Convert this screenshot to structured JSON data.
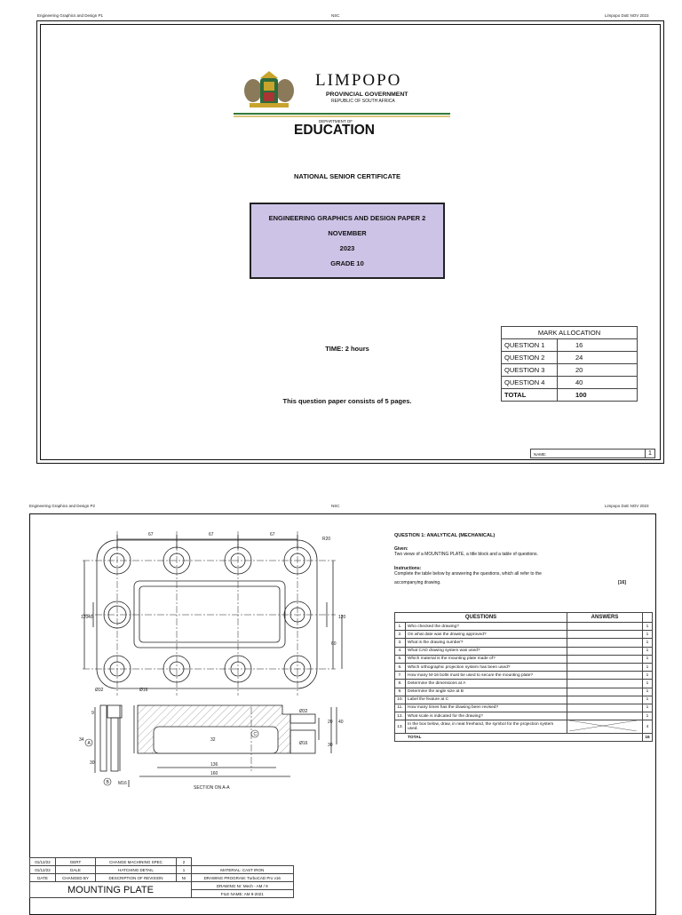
{
  "page1": {
    "header_left": "Engineering Graphics and Design P1",
    "header_center": "NSC",
    "header_right": "Limpopo DoE NOV 2023",
    "logo": {
      "province": "LIMPOPO",
      "gov": "PROVINCIAL GOVERNMENT",
      "republic": "REPUBLIC OF SOUTH AFRICA",
      "dept_of": "DEPARTMENT OF",
      "dept": "EDUCATION"
    },
    "nsc": "NATIONAL SENIOR CERTIFICATE",
    "title_box": {
      "line1": "ENGINEERING GRAPHICS AND DESIGN PAPER 2",
      "line2": "NOVEMBER",
      "line3": "2023",
      "line4": "GRADE 10"
    },
    "time": "TIME:  2 hours",
    "pages": "This question paper consists of 5 pages.",
    "mark_allocation": {
      "title": "MARK ALLOCATION",
      "rows": [
        {
          "q": "QUESTION 1",
          "m": "16"
        },
        {
          "q": "QUESTION 2",
          "m": "24"
        },
        {
          "q": "QUESTION 3",
          "m": "20"
        },
        {
          "q": "QUESTION 4",
          "m": "40"
        },
        {
          "q": "TOTAL",
          "m": "100"
        }
      ]
    },
    "name_label": "NAME:",
    "page_num": "1"
  },
  "page2": {
    "header_left": "Engineering Graphics and Design P2",
    "header_center": "NSC",
    "header_right": "Limpopo DoE NOV 2023",
    "drawing": {
      "dim67a": "67",
      "dim67b": "67",
      "dim67c": "67",
      "r20": "R20",
      "h120l": "120",
      "h120r": "120",
      "h60": "60",
      "h40": "40",
      "d32": "Ø32",
      "d16": "Ø16",
      "d32s": "Ø32",
      "d16s": "Ø16",
      "w136": "136",
      "w160": "160",
      "v9": "9",
      "v34": "34",
      "v30": "30",
      "v32": "32",
      "v20": "20",
      "v40": "40",
      "v30b": "30",
      "m16": "M16",
      "label_a": "A",
      "label_b": "B",
      "label_c": "C",
      "section": "SECTION ON A-A"
    },
    "q1": {
      "title": "QUESTION 1: ANALYTICAL (MECHANICAL)",
      "given_label": "Given:",
      "given": "Two views of a MOUNTING PLATE, a title block and a table of questions.",
      "instr_label": "Instructions:",
      "instr1": "Complete the table below by answering the questions, which all refer to the",
      "instr2": "accompanying drawing.",
      "marks": "[16]",
      "col_q": "QUESTIONS",
      "col_a": "ANSWERS",
      "rows": [
        {
          "n": "1.",
          "q": "Who checked the drawing?",
          "m": "1"
        },
        {
          "n": "2.",
          "q": "On what date was the drawing approved?",
          "m": "1"
        },
        {
          "n": "3.",
          "q": "What is the drawing number?",
          "m": "1"
        },
        {
          "n": "4.",
          "q": "What CAD drawing system was used?",
          "m": "1"
        },
        {
          "n": "5.",
          "q": "Which material is the mounting plate made of?",
          "m": "1"
        },
        {
          "n": "6.",
          "q": "Which orthographic projection system has been used?",
          "m": "1"
        },
        {
          "n": "7.",
          "q": "How many M-16 bolts must be used to secure the mounting plate?",
          "m": "1"
        },
        {
          "n": "8.",
          "q": "Determine the dimensions at A",
          "m": "1"
        },
        {
          "n": "9.",
          "q": "Determine the angle size at B",
          "m": "1"
        },
        {
          "n": "10.",
          "q": "Label the feature at C",
          "m": "1"
        },
        {
          "n": "11.",
          "q": "How many times has the drawing been revised?",
          "m": "1"
        },
        {
          "n": "12.",
          "q": "What scale is indicated for the drawing?",
          "m": "1"
        },
        {
          "n": "13.",
          "q": "In the box below, draw, in neat freehand, the symbol for the projection system used.",
          "m": "4"
        }
      ],
      "total_label": "TOTAL",
      "total": "16"
    },
    "title_block": {
      "r1": [
        "01/12/22",
        "GERT",
        "CHANGE MACHINING SPEC",
        "2"
      ],
      "r2": [
        "01/12/22",
        "DALE",
        "HATCHING DETAIL",
        "1"
      ],
      "r3": [
        "DATE",
        "CHANGED BY",
        "DESCRIPTION OF REVISION",
        "Nr"
      ],
      "material": "MATERIAL: CAST IRON",
      "program": "DRAWING PROGRAM: TurboCAD Pro v16",
      "drawing_nr": "DRAWING Nr: Mech - AM / 9",
      "file_name": "FILE NAME: AM 9-2021",
      "name": "MOUNTING PLATE"
    }
  }
}
